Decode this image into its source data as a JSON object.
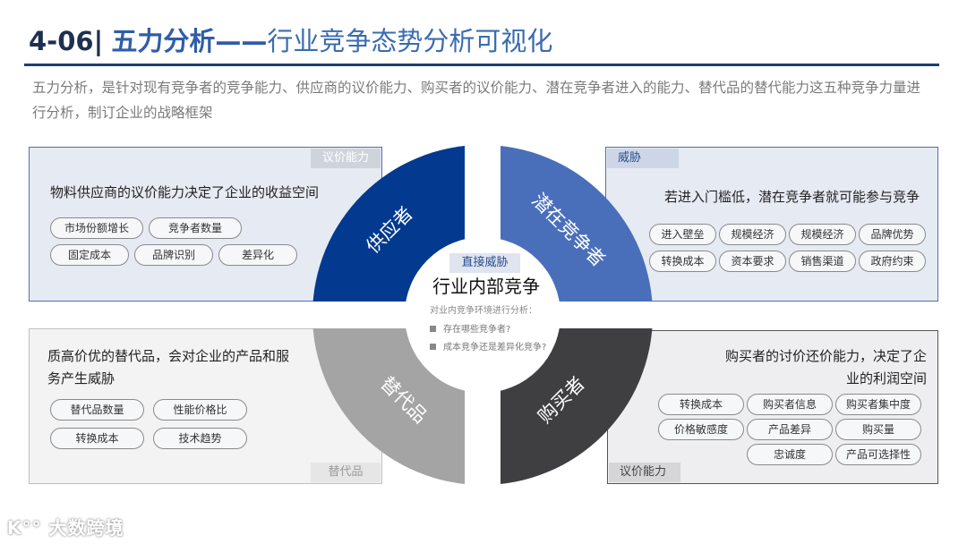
{
  "header": {
    "number": "4-06|",
    "title_bold": "五力分析——",
    "title_sub": "行业竞争态势分析可视化"
  },
  "intro": "五力分析，是针对现有竞争者的竞争能力、供应商的议价能力、购买者的议价能力、潜在竞争者进入的能力、替代品的替代能力这五种竞争力量进行分析，制订企业的战略框架",
  "colors": {
    "supplier": "#033a8f",
    "entrant": "#4a6fba",
    "substitute": "#a3a4a3",
    "buyer": "#3f3f42",
    "title_dark": "#1f2f4f",
    "title_accent": "#2f5da8"
  },
  "quadrants": {
    "supplier": {
      "label": "供应者"
    },
    "entrant": {
      "label": "潜在竞争者"
    },
    "substitute": {
      "label": "替代品"
    },
    "buyer": {
      "label": "购买者"
    }
  },
  "center": {
    "tag": "直接威胁",
    "title": "行业内部竞争",
    "subtitle": "对业内竞争环境进行分析：",
    "bullets": [
      "存在哪些竞争者?",
      "成本竞争还是差异化竞争?"
    ]
  },
  "panels": {
    "supplier": {
      "tag": "议价能力",
      "headline": "物料供应商的议价能力决定了企业的收益空间",
      "chips": [
        "市场份额增长",
        "竞争者数量",
        "固定成本",
        "品牌识别",
        "差异化"
      ]
    },
    "entrant": {
      "tag": "威胁",
      "headline": "若进入门槛低，潜在竞争者就可能参与竞争",
      "chips": [
        "进入壁垒",
        "规模经济",
        "规模经济",
        "品牌优势",
        "转换成本",
        "资本要求",
        "销售渠道",
        "政府约束"
      ]
    },
    "substitute": {
      "tag": "替代品",
      "headline_line1": "质高价优的替代品，会对企业的产品和服",
      "headline_line2": "务产生威胁",
      "chips": [
        "替代品数量",
        "性能价格比",
        "转换成本",
        "技术趋势"
      ]
    },
    "buyer": {
      "tag": "议价能力",
      "headline_line1": "购买者的讨价还价能力，决定了企",
      "headline_line2": "业的利润空间",
      "chips": [
        "转换成本",
        "购买者信息",
        "购买者集中度",
        "价格敏感度",
        "产品差异",
        "购买量",
        "忠诚度",
        "产品可选择性"
      ]
    }
  },
  "watermark": "大数跨境"
}
